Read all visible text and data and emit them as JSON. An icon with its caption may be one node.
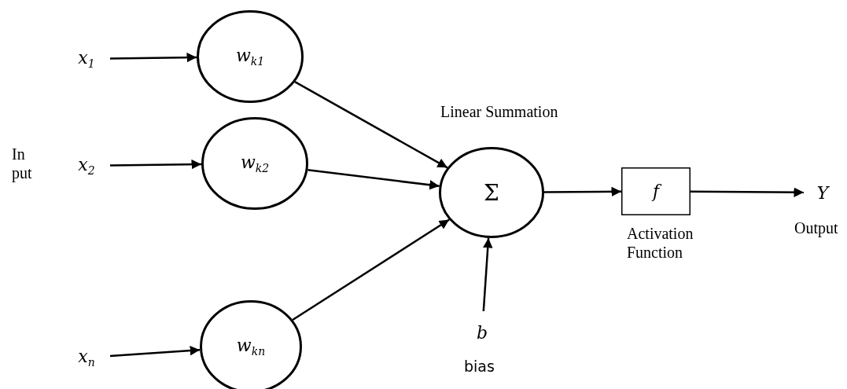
{
  "diagram": {
    "nodes": [
      {
        "text": [
          "x$_{1}$"
        ]
      },
      {
        "text": [
          "w$_{k1}$"
        ]
      },
      {
        "text": [
          "x$_{2}$"
        ]
      },
      {
        "text": [
          "w$_{k2}$"
        ]
      },
      {
        "text": [
          "x$_{n}$"
        ]
      },
      {
        "text": [
          "w$_{kn}$"
        ]
      },
      {
        "text": [
          "Σ"
        ],
        "beside": [
          "Linear Summation"
        ]
      },
      {
        "text": [
          "f"
        ],
        "beside": [
          "Activation Function"
        ]
      },
      {
        "text": [
          "Y"
        ],
        "beside": [
          "Output"
        ]
      },
      {
        "text": [
          "b"
        ],
        "beside": [
          "bias"
        ]
      }
    ],
    "edges": [
      {
        "from": 0,
        "to": 1,
        "arrow": "to"
      },
      {
        "from": 2,
        "to": 3,
        "arrow": "to"
      },
      {
        "from": 4,
        "to": 5,
        "arrow": "to"
      },
      {
        "from": 1,
        "to": 6,
        "arrow": "to"
      },
      {
        "from": 3,
        "to": 6,
        "arrow": "to"
      },
      {
        "from": 5,
        "to": 6,
        "arrow": "to"
      },
      {
        "from": 9,
        "to": 6,
        "arrow": "to"
      },
      {
        "from": 6,
        "to": 7,
        "arrow": "to"
      },
      {
        "from": 7,
        "to": 8,
        "arrow": "to"
      }
    ],
    "labels": [
      "In put"
    ]
  }
}
